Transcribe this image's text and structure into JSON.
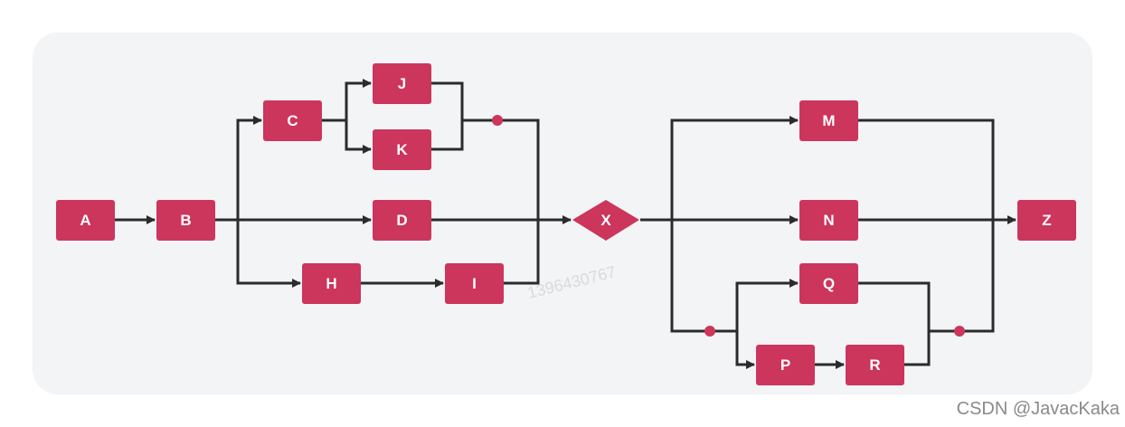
{
  "colors": {
    "node": "#cc355c",
    "line": "#2b2b2b",
    "panel": "#f3f4f6",
    "watermark": "#d9dadd"
  },
  "nodes": {
    "A": "A",
    "B": "B",
    "C": "C",
    "D": "D",
    "H": "H",
    "I": "I",
    "J": "J",
    "K": "K",
    "X": "X",
    "M": "M",
    "N": "N",
    "Q": "Q",
    "P": "P",
    "R": "R",
    "Z": "Z"
  },
  "watermark": "1396430767",
  "footer": "CSDN @JavacKaka"
}
